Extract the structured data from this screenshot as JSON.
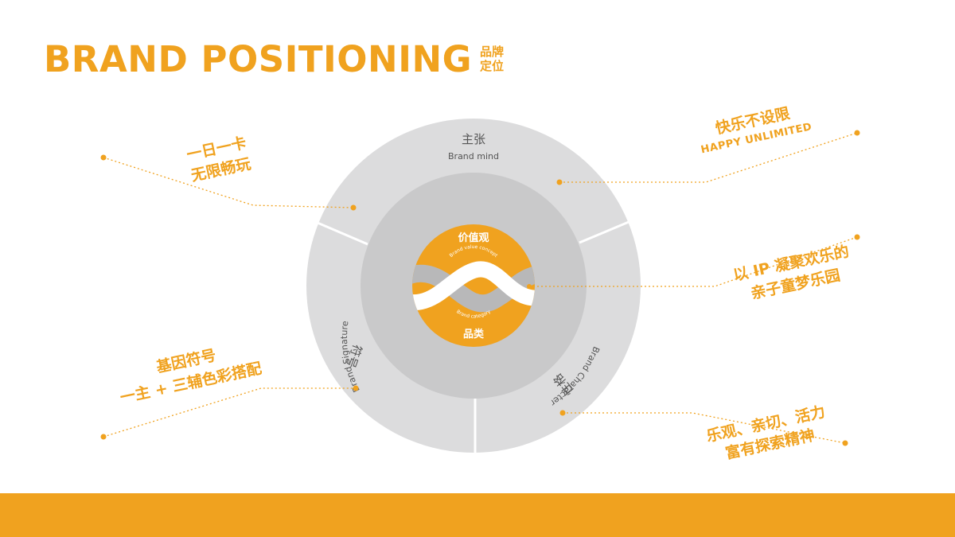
{
  "title": {
    "main": "BRAND POSITIONING",
    "cn_line1": "品牌",
    "cn_line2": "定位"
  },
  "ring": {
    "top": {
      "cn": "主张",
      "en": "Brand mind"
    },
    "left": {
      "cn": "符号",
      "en": "Brand Signature"
    },
    "right": {
      "cn": "性格",
      "en": "Brand Character"
    }
  },
  "core": {
    "top": {
      "cn": "价值观",
      "en": "Brand value concept"
    },
    "bottom": {
      "cn": "品类",
      "en": "Brand category"
    }
  },
  "callouts": {
    "top_left": [
      "一日一卡",
      "无限畅玩"
    ],
    "top_right": {
      "line1": "快乐不设限",
      "line2": "HAPPY UNLIMITED"
    },
    "mid_right": [
      "以 IP 凝聚欢乐的",
      "亲子童梦乐园"
    ],
    "bottom_left": [
      "基因符号",
      "一主 + 三辅色彩搭配"
    ],
    "bottom_right": [
      "乐观、亲切、活力",
      "富有探索精神"
    ]
  },
  "colors": {
    "accent": "#f0a21f",
    "ring_outer": "#dcdcdd",
    "ring_inner": "#c9c9ca",
    "line_gray": "#a9a9aa"
  }
}
